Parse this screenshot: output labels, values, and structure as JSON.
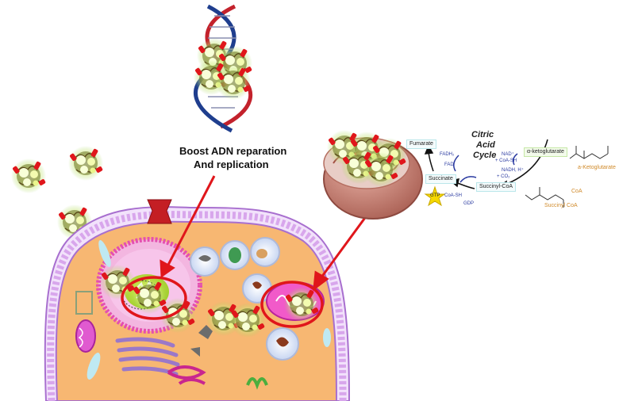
{
  "labels": {
    "boost_line1": "Boost  ADN reparation",
    "boost_line2": "And replication"
  },
  "citric_cycle": {
    "title_line1": "Citric",
    "title_line2": "Acid",
    "title_line3": "Cycle",
    "fumarate": "Fumarate",
    "succinate": "Succinate",
    "succinyl_coa_box": "Succinyl-CoA",
    "alpha_ketoglutarate_box": "α-ketoglutarate",
    "fadh2": "FADH₂",
    "fad": "FAD",
    "nad": "NAD⁺",
    "coash_in": "+ CoA-SH",
    "nadh": "NADH, H⁺",
    "co2": "+ CO₂",
    "gtp": "GTP",
    "coash_out": "CoA-SH",
    "gdp": "GDP",
    "alpha_ketoglutarate_structure": "a-Ketoglutarate",
    "succinyl_coa_structure": "Succinyl CoA",
    "coa_group": "CoA"
  },
  "colors": {
    "cytoplasm": "#f7b772",
    "membrane_head": "#d8a6ec",
    "membrane_stroke": "#a86fcf",
    "nucleus_envelope": "#e44fb0",
    "nucleolus": "#b6e04a",
    "highlight_red": "#e0161b",
    "dna_blue": "#1f3e8e",
    "dna_red": "#c3222c",
    "mito_outer": "#c9857a"
  }
}
